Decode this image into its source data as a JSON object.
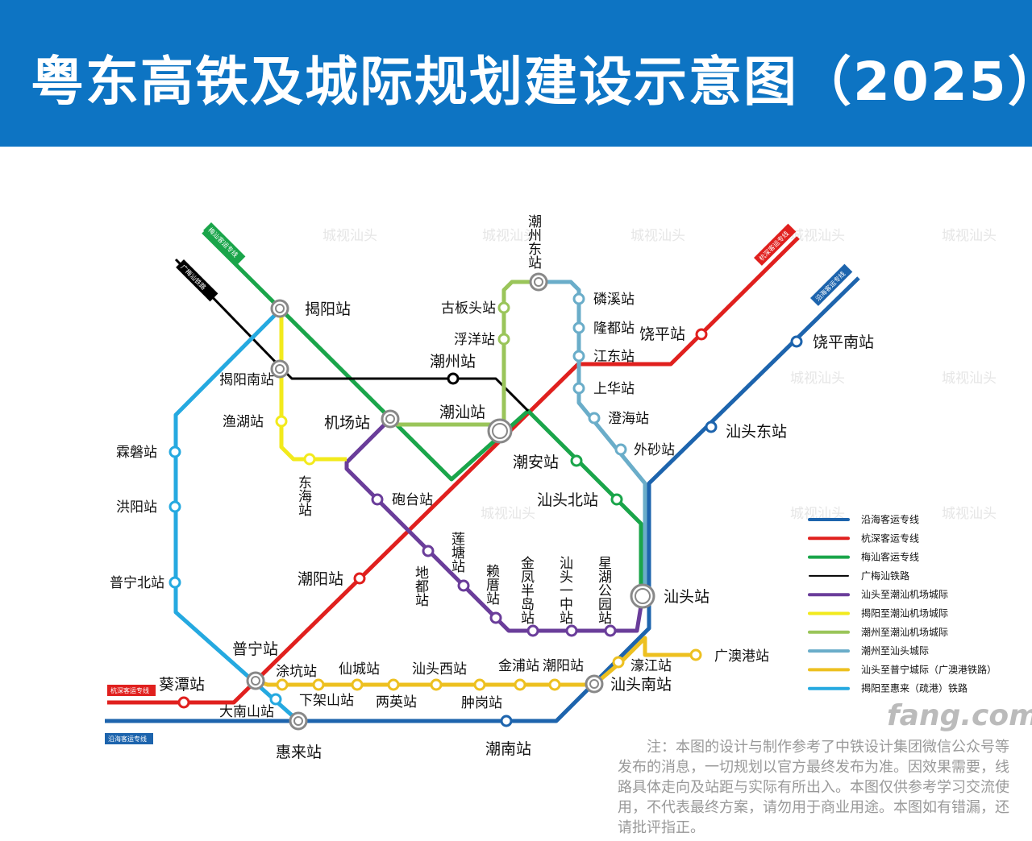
{
  "title": "粤东高铁及城际规划建设示意图（2025）",
  "watermark": "城视汕头",
  "lines": [
    {
      "name": "沿海客运专线",
      "color": "#1d64ad",
      "badge": "沿海客运专线"
    },
    {
      "name": "杭深客运专线",
      "color": "#e0201e",
      "badge": "杭深客运专线"
    },
    {
      "name": "梅汕客运专线",
      "color": "#1aa54a",
      "badge": "梅汕客运专线"
    },
    {
      "name": "广梅汕铁路",
      "color": "#000000",
      "badge": "广梅汕铁路"
    },
    {
      "name": "汕头至潮汕机场城际",
      "color": "#6a3d9a"
    },
    {
      "name": "揭阳至潮汕机场城际",
      "color": "#f2ea1c"
    },
    {
      "name": "潮州至潮汕机场城际",
      "color": "#9ac55a"
    },
    {
      "name": "潮州至汕头城际",
      "color": "#6aadc9"
    },
    {
      "name": "汕头至普宁城际（广澳港铁路）",
      "color": "#edc020"
    },
    {
      "name": "揭阳至惠来（疏港）铁路",
      "color": "#25a9e0"
    }
  ],
  "stations": [
    "揭阳站",
    "揭阳南站",
    "渔湖站",
    "东海站",
    "机场站",
    "潮州站",
    "潮汕站",
    "潮安站",
    "汕头北站",
    "汕头站",
    "饶平站",
    "饶平南站",
    "汕头东站",
    "潮州东站",
    "古板头站",
    "浮洋站",
    "磷溪站",
    "隆都站",
    "江东站",
    "上华站",
    "澄海站",
    "外砂站",
    "砲台站",
    "地都站",
    "莲塘站",
    "赖厝站",
    "金凤半岛站",
    "汕头一中站",
    "星湖公园站",
    "霖磐站",
    "洪阳站",
    "普宁北站",
    "普宁站",
    "葵潭站",
    "大南山站",
    "惠来站",
    "涂坑站",
    "下架山站",
    "仙城站",
    "两英站",
    "汕头西站",
    "肿岗站",
    "金浦站",
    "潮阳站",
    "汕头南站",
    "濠江站",
    "广澳港站",
    "潮南站",
    "潮阳站"
  ],
  "note": "注：本图的设计与制作参考了中铁设计集团微信公众号等发布的消息，一切规划以官方最终发布为准。因效果需要，线路具体走向及站距与实际有所出入。本图仅供参考学习交流使用，不代表最终方案，请勿用于商业用途。本图如有错漏，还请批评指正。",
  "logo": "fang.com"
}
